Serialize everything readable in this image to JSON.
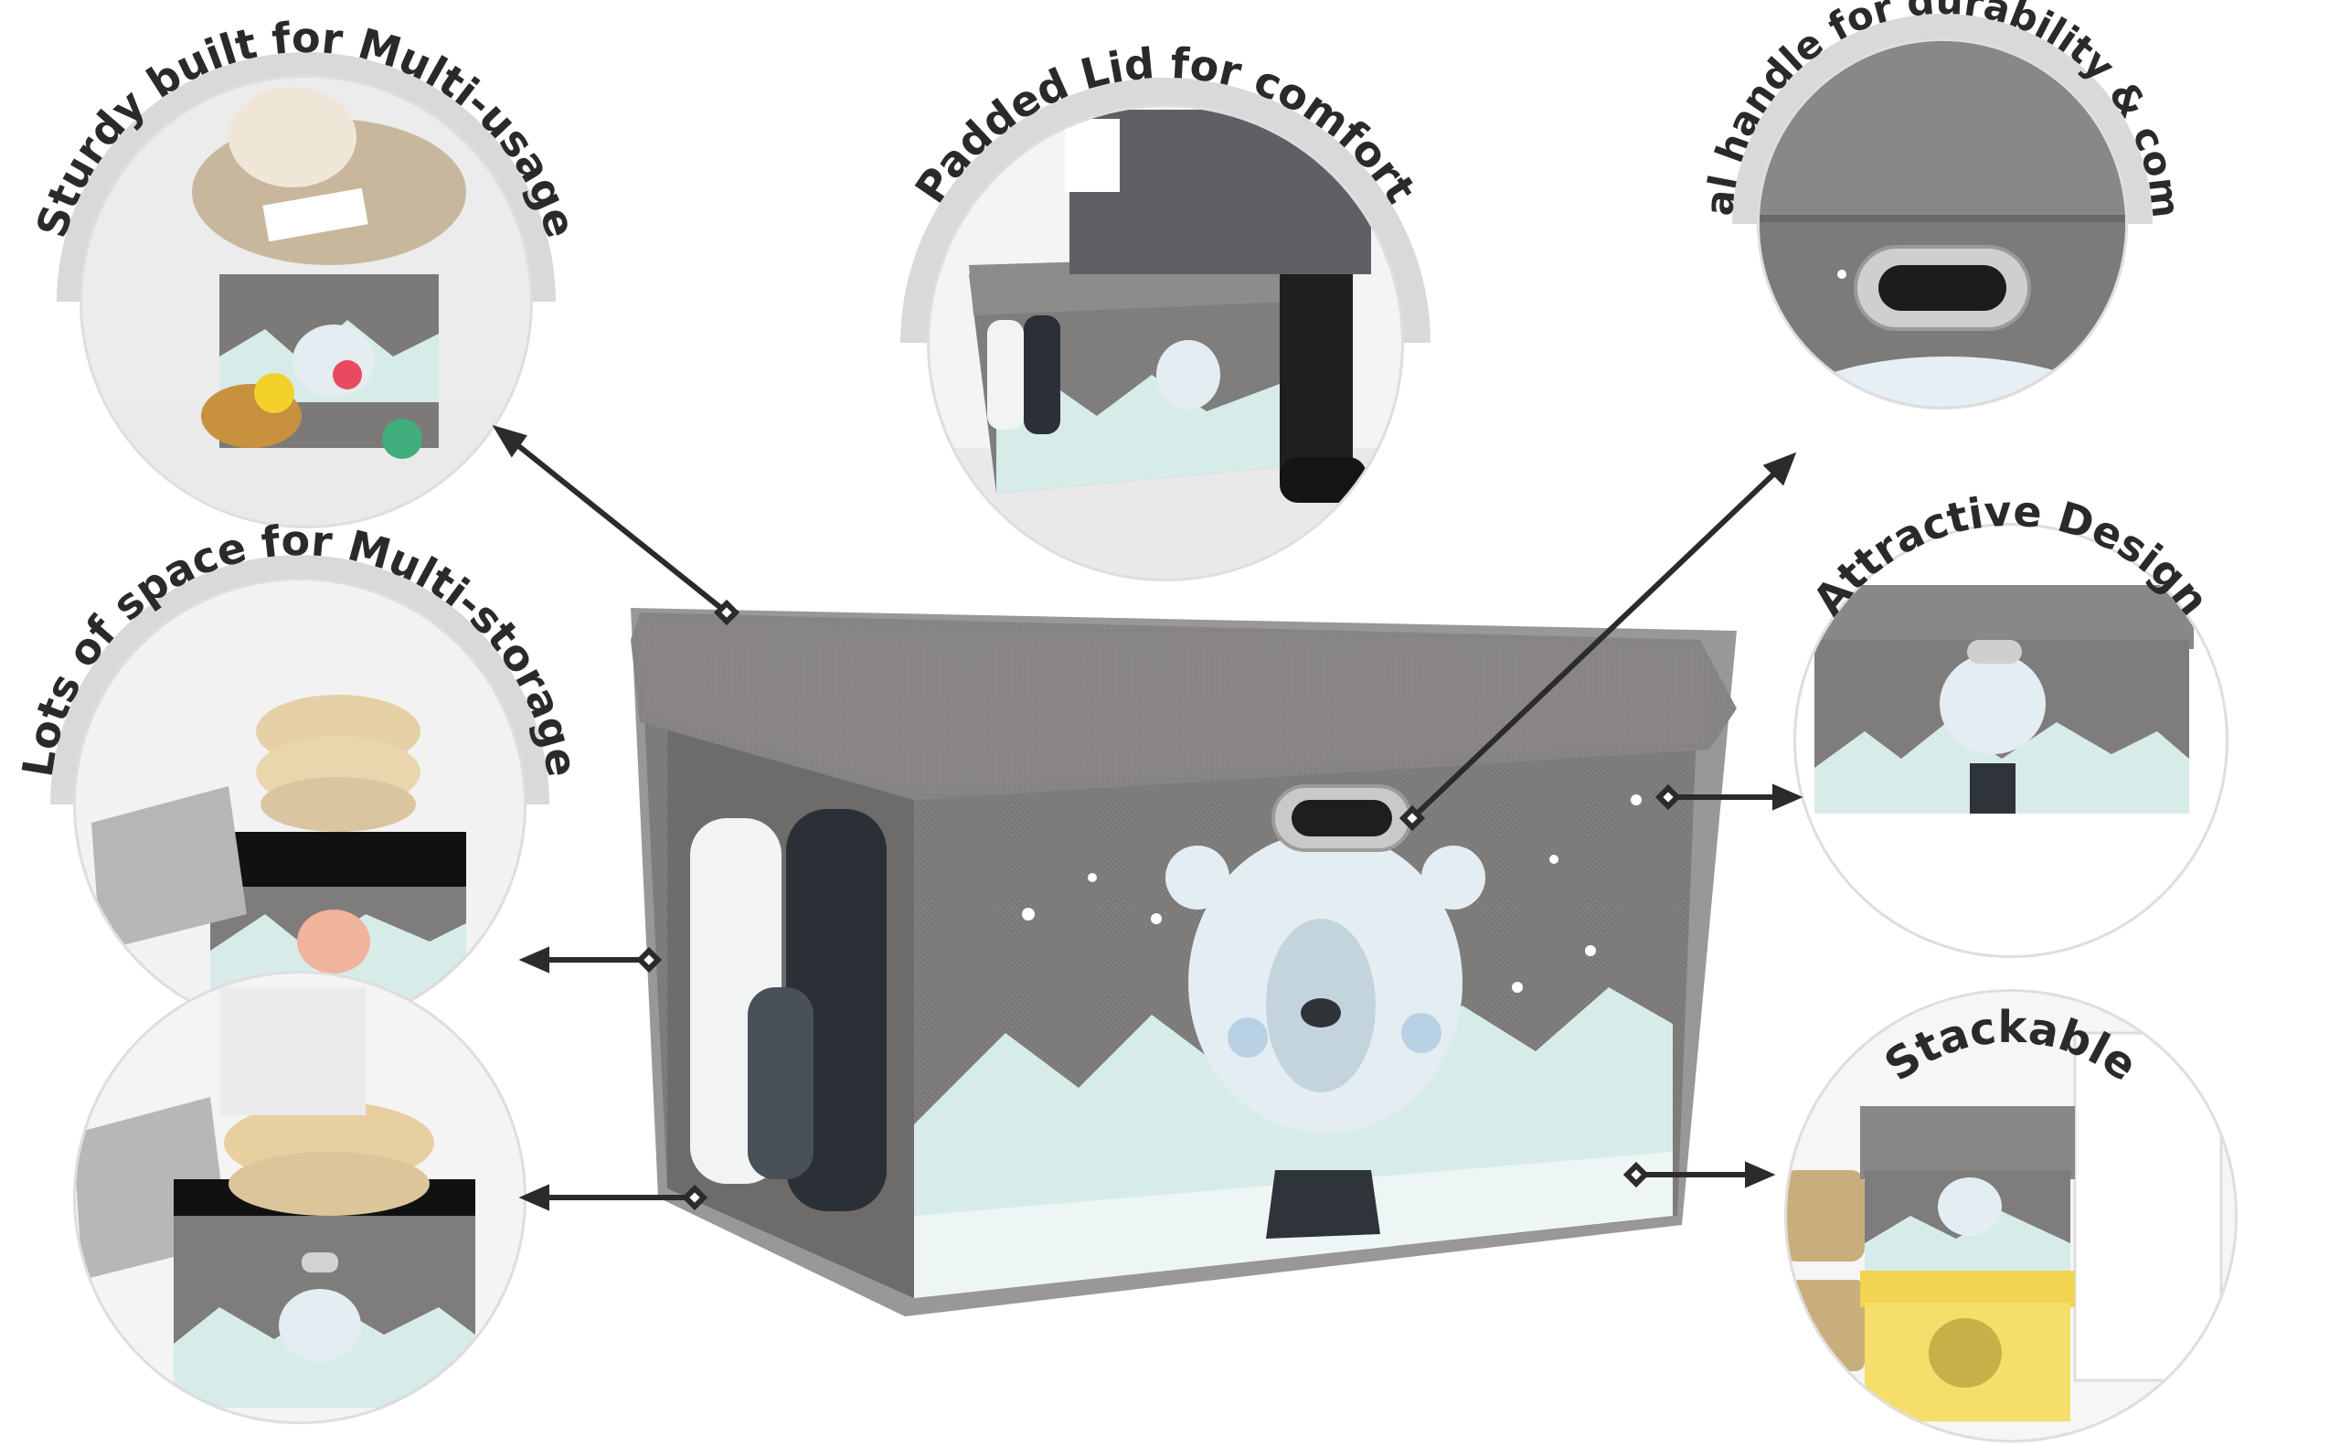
{
  "callouts": {
    "sturdy": "Sturdy built for Multi-usage",
    "padded_lid": "Padded Lid for comfort",
    "metal_handle": "Metal handle for durability & comfort",
    "storage": "Lots of space for Multi-storage",
    "design": "Attractive Design",
    "stackable": "Stackable"
  },
  "colors": {
    "fabric_gray": "#7b7878",
    "lid_gray": "#858282",
    "label_band": "#dcdcdc",
    "polar_bear": "#e3edf2",
    "mountain": "#d7ece9",
    "arrow": "#2b2b2b",
    "yellow_box": "#f2d451"
  }
}
